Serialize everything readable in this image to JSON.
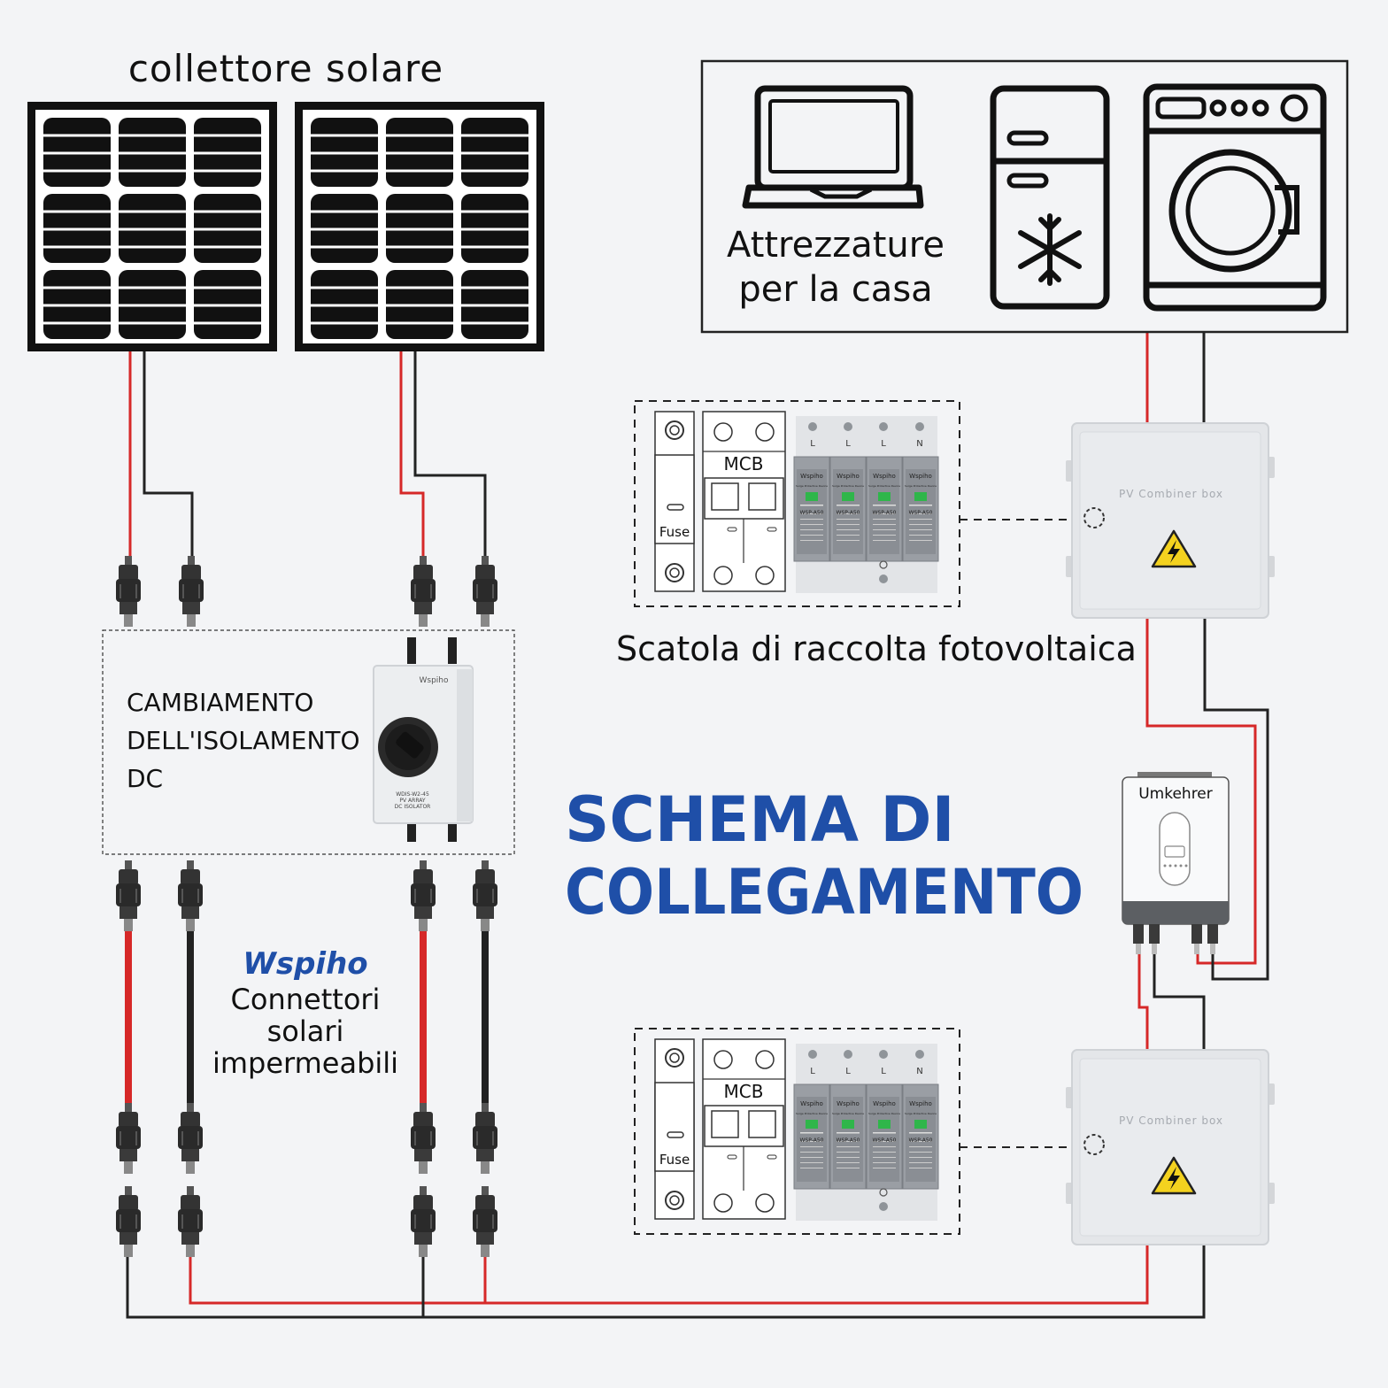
{
  "solar": {
    "title": "collettore solare"
  },
  "appliances": {
    "label_line1": "Attrezzature",
    "label_line2": "per la casa"
  },
  "spd": {
    "mcb": "MCB",
    "fuse": "Fuse",
    "poles": [
      "L",
      "L",
      "L",
      "N"
    ],
    "module_brand": "Wspiho",
    "module_sub": "Surge Protective Device",
    "module_model": "WSP-A50"
  },
  "combiner": {
    "label": "PV Combiner box",
    "caption": "Scatola di raccolta fotovoltaica"
  },
  "isolator": {
    "line1": "CAMBIAMENTO",
    "line2": "DELL'ISOLAMENTO",
    "line3": "DC",
    "brand": "Wspiho",
    "model1": "WDIS-W2-45",
    "model2": "PV ARRAY",
    "model3": "DC ISOLATOR"
  },
  "heading": {
    "line1": "SCHEMA DI",
    "line2": "COLLEGAMENTO"
  },
  "inverter": {
    "label": "Umkehrer"
  },
  "connectors": {
    "brand": "Wspiho",
    "line1": "Connettori",
    "line2": "solari",
    "line3": "impermeabili"
  },
  "colors": {
    "red_wire": "#d62828",
    "black_wire": "#222222",
    "heading_blue": "#1f4fa8",
    "warning_yellow": "#f4d21f"
  }
}
